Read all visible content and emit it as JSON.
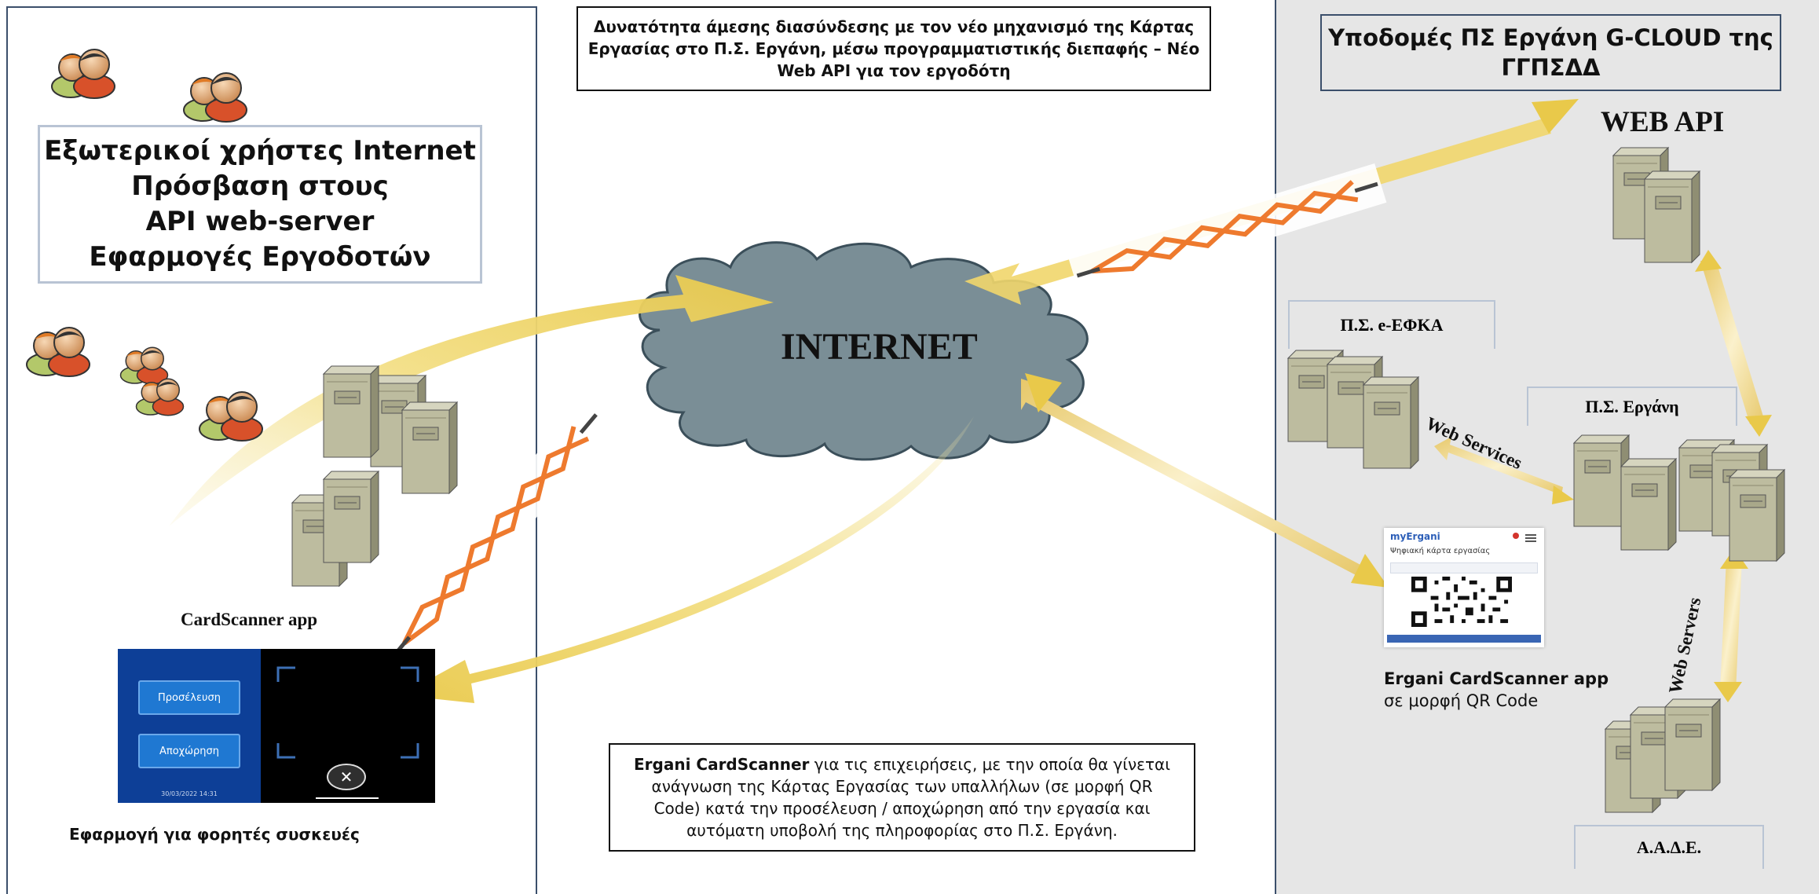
{
  "header_box": {
    "lines": [
      "Δυνατότητα άμεσης διασύνδεσης με τον νέο μηχανισμό της Κάρτας",
      "Εργασίας στο Π.Σ. Εργάνη, μέσω προγραμματιστικής διεπαφής – Νέο",
      "Web API για τον εργοδότη"
    ]
  },
  "external_users_box": {
    "lines": [
      "Εξωτερικοί χρήστες Internet",
      "Πρόσβαση στους",
      "API web-server",
      "Εφαρμογές Εργοδοτών"
    ]
  },
  "gcloud_box": {
    "lines": [
      "Υποδομές ΠΣ Εργάνη G-CLOUD της",
      "ΓΓΠΣΔΔ"
    ]
  },
  "cloud": {
    "label": "INTERNET"
  },
  "web_api": {
    "label": "WEB API"
  },
  "efka": {
    "label": "Π.Σ.  e-ΕΦΚΑ"
  },
  "ergani": {
    "label": "Π.Σ. Εργάνη"
  },
  "aade": {
    "label": "Α.Α.Δ.Ε."
  },
  "web_services": {
    "label": "Web Services"
  },
  "web_servers": {
    "label": "Web Servers"
  },
  "cardscanner": {
    "label": "CardScanner app",
    "mobile_label": "Εφαρμογή για φορητές συσκευές",
    "checkin_button": "Προσέλευση",
    "checkout_button": "Αποχώρηση",
    "timestamp": "30/03/2022 14:31"
  },
  "qr_card": {
    "app_name": "myErgani",
    "title": "Ψηφιακή κάρτα εργασίας",
    "caption_title": "Ergani CardScanner app",
    "caption_subtitle": "σε μορφή QR Code"
  },
  "footer_box": {
    "bold_part": "Ergani CardScanner",
    "rest_part": " για τις επιχειρήσεις, με την οποία θα γίνεται",
    "lines": [
      "ανάγνωση της Κάρτας Εργασίας των υπαλλήλων (σε μορφή QR",
      "Code) κατά την προσέλευση / αποχώρηση από την εργασία και",
      "αυτόματη υποβολή της πληροφορίας στο Π.Σ. Εργάνη."
    ]
  },
  "colors": {
    "panel_border": "#3b4f6b",
    "right_bg": "#e6e6e6",
    "cloud": "#7a8e96",
    "arrow": "#f1d66b",
    "link": "#ee7a2e",
    "server": "#b9b899",
    "phone_bg": "#0d3f97"
  }
}
